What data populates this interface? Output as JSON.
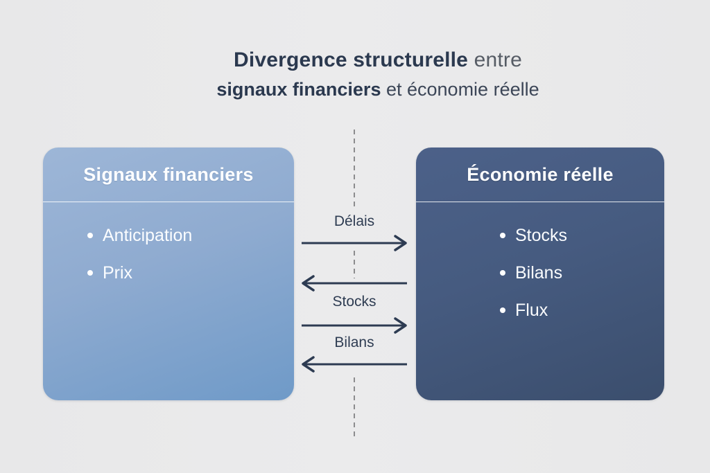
{
  "title": {
    "line1_strong": "Divergence structurelle",
    "line1_normal": "entre",
    "line2_strong": "signaux financiers",
    "line2_normal": "et économie réelle"
  },
  "left_panel": {
    "title": "Signaux financiers",
    "items": [
      "Anticipation",
      "Prix"
    ],
    "colors": {
      "top": "#9db6d7",
      "bottom": "#6f9ac8",
      "text": "#ffffff"
    }
  },
  "right_panel": {
    "title": "Économie réelle",
    "items": [
      "Stocks",
      "Bilans",
      "Flux"
    ],
    "colors": {
      "top": "#4c6189",
      "bottom": "#3b4e6d",
      "text": "#ffffff"
    }
  },
  "center_flows": {
    "labels": {
      "first": "Délais",
      "second": "Stocks",
      "third": "Bilans"
    },
    "arrow_directions": [
      "right",
      "left",
      "right",
      "left"
    ],
    "arrow_color": "#2d3b52",
    "dash_color": "#8c8c8e",
    "label_color": "#2e3c52"
  },
  "background_color": "#e9e9ea"
}
